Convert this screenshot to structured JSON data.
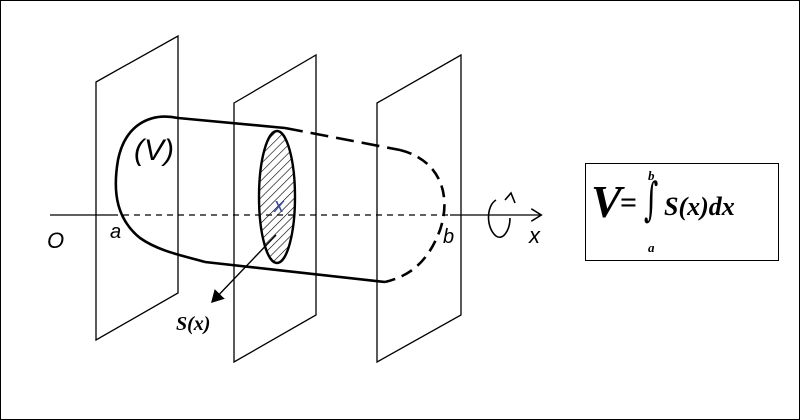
{
  "labels": {
    "origin": "O",
    "a": "a",
    "b": "b",
    "axis": "x",
    "volume": "(V)",
    "section_x": "x",
    "section_area": "S(x)"
  },
  "formula": {
    "lhs": "V",
    "eq": "=",
    "integral": "∫",
    "upper": "b",
    "lower": "a",
    "integrand": "S(x)dx"
  }
}
